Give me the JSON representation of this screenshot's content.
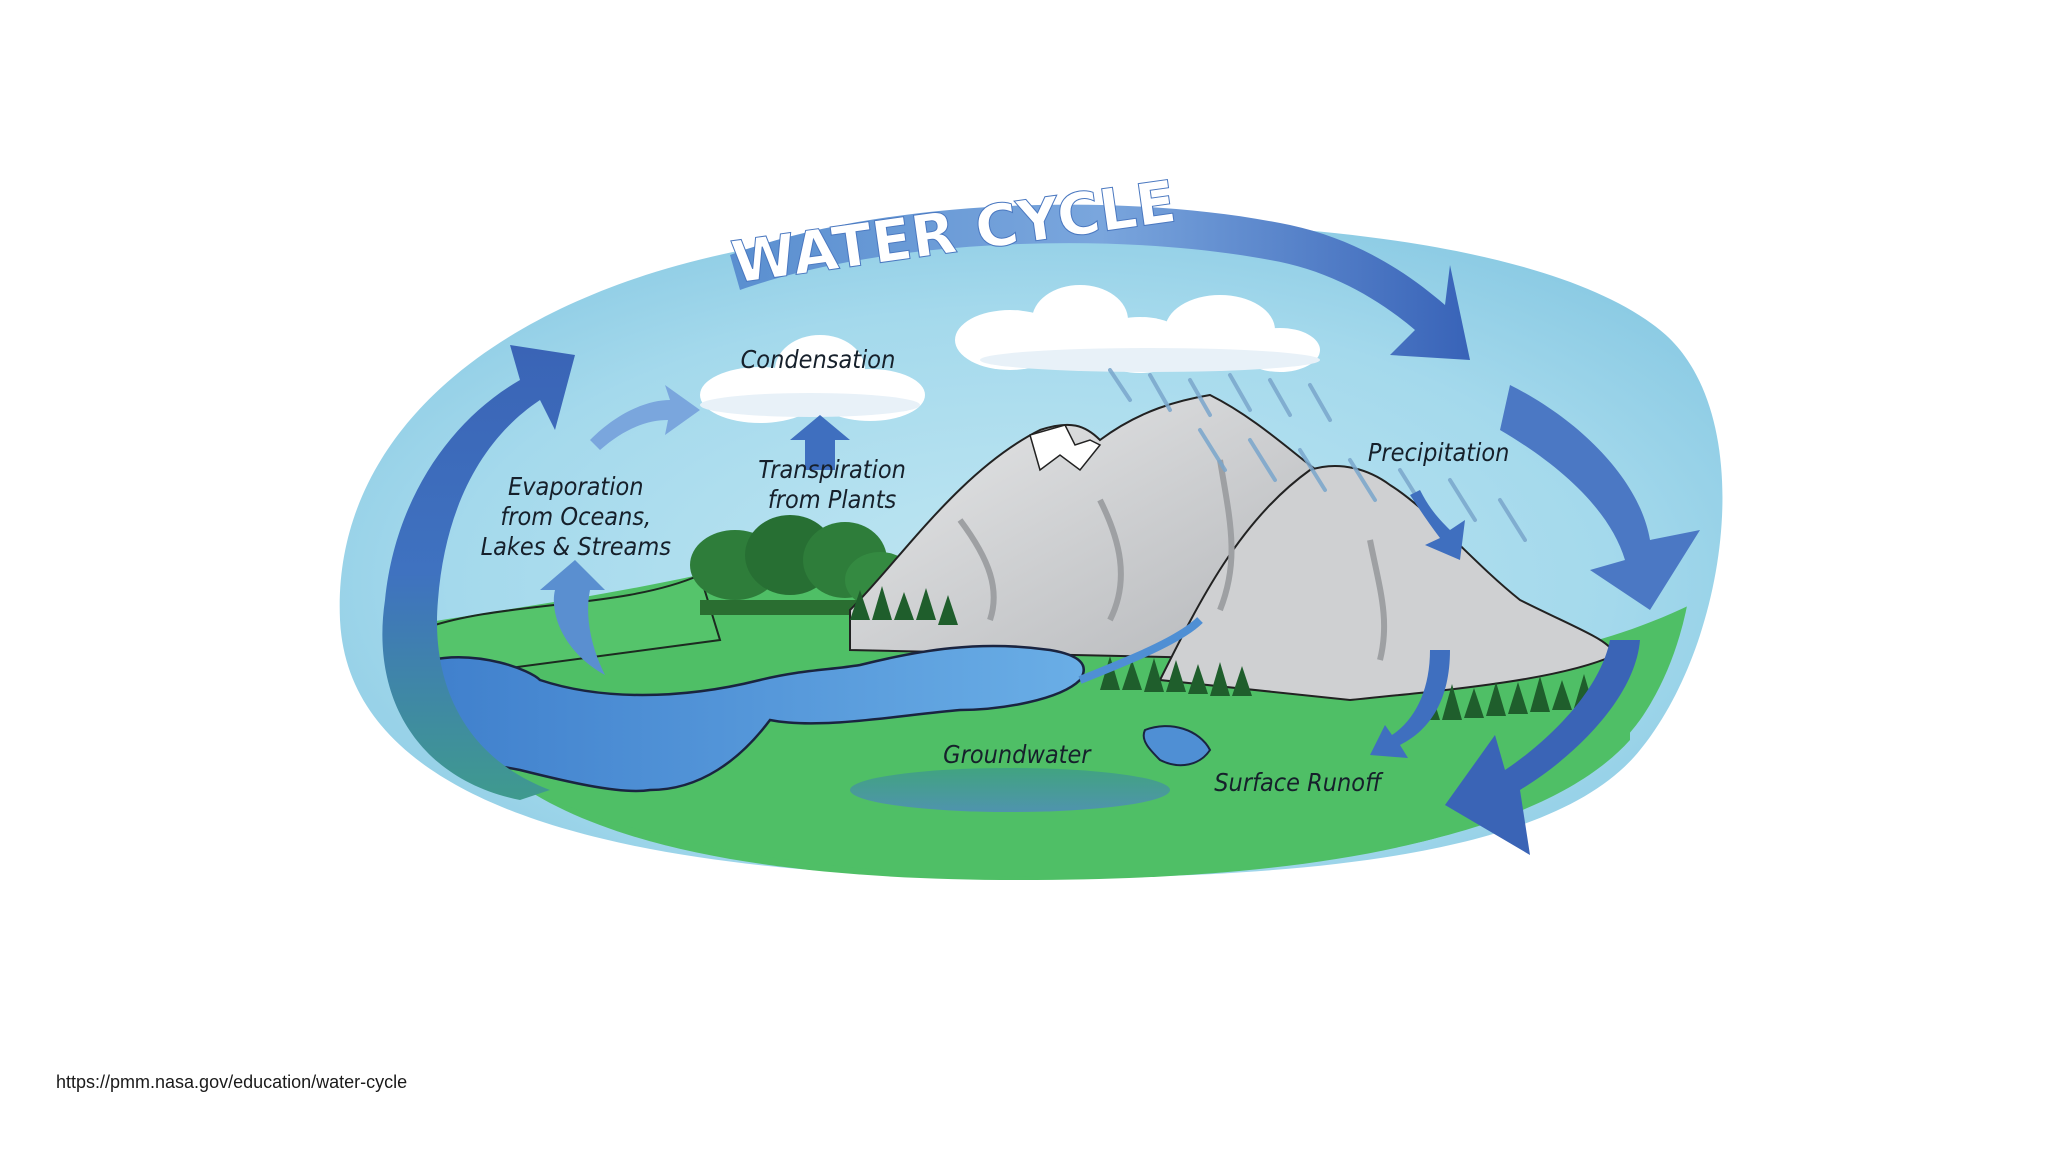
{
  "title": "WATER CYCLE",
  "labels": {
    "condensation": "Condensation",
    "evaporation": [
      "Evaporation",
      "from Oceans,",
      "Lakes & Streams"
    ],
    "transpiration": [
      "Transpiration",
      "from Plants"
    ],
    "precipitation": "Precipitation",
    "groundwater": "Groundwater",
    "surface_runoff": "Surface Runoff"
  },
  "source_url": "https://pmm.nasa.gov/education/water-cycle",
  "colors": {
    "sky": "#a9dcec",
    "land": "#4fbf66",
    "water": "#4f8fd4",
    "arrow": "#3f6fbf",
    "mountain": "#c9cacc"
  }
}
